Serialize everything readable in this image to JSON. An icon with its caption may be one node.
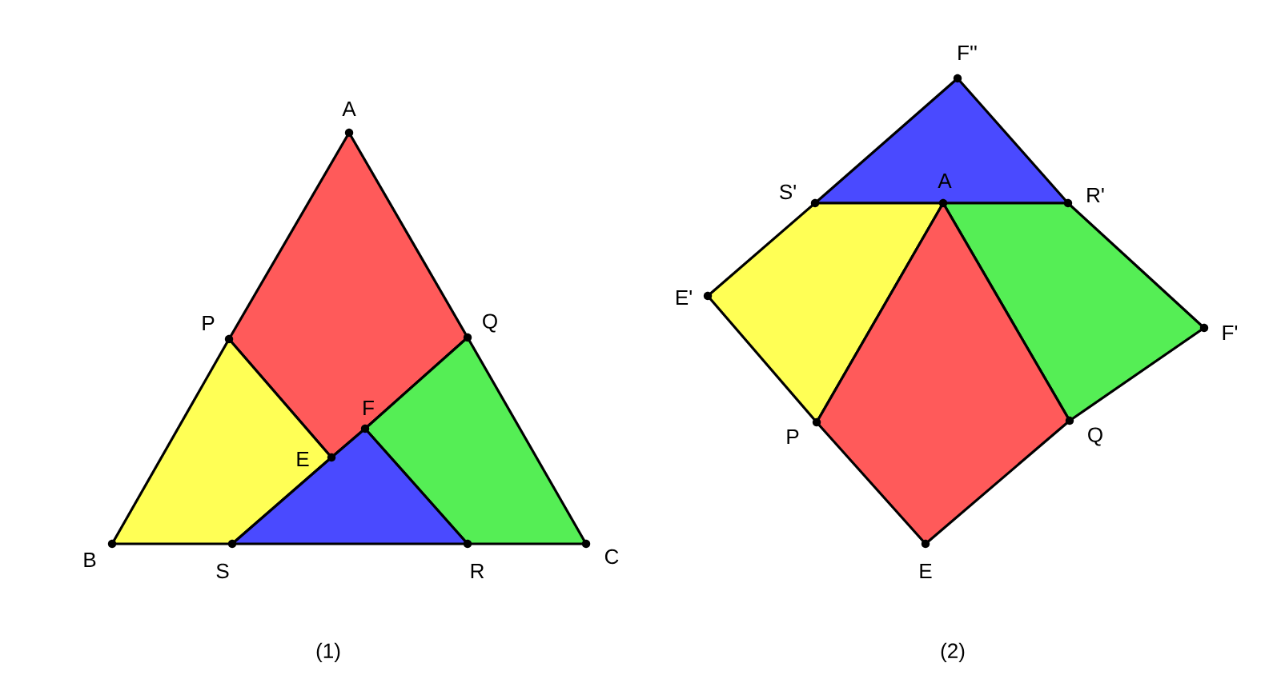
{
  "diagram": {
    "labels": [
      "A",
      "P",
      "Q",
      "F",
      "E",
      "B",
      "S",
      "R",
      "C",
      "F''",
      "S'",
      "A",
      "R'",
      "E'",
      "F'",
      "P",
      "Q",
      "E",
      "(1)",
      "(2)"
    ]
  }
}
